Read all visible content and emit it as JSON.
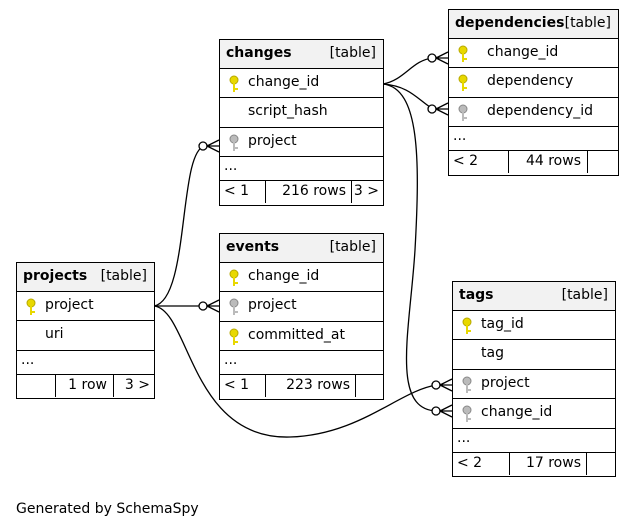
{
  "tables": {
    "changes": {
      "name": "changes",
      "kind": "[table]",
      "cols": [
        "change_id",
        "script_hash",
        "project"
      ],
      "ellipsis": "...",
      "footer": {
        "prev": "< 1",
        "rows": "216 rows",
        "next": "3 >"
      }
    },
    "dependencies": {
      "name": "dependencies",
      "kind": "[table]",
      "cols": [
        "change_id",
        "dependency",
        "dependency_id"
      ],
      "ellipsis": "...",
      "footer": {
        "prev": "< 2",
        "rows": "44 rows",
        "next": ""
      }
    },
    "events": {
      "name": "events",
      "kind": "[table]",
      "cols": [
        "change_id",
        "project",
        "committed_at"
      ],
      "ellipsis": "...",
      "footer": {
        "prev": "< 1",
        "rows": "223 rows",
        "next": ""
      }
    },
    "projects": {
      "name": "projects",
      "kind": "[table]",
      "cols": [
        "project",
        "uri"
      ],
      "ellipsis": "...",
      "footer": {
        "prev": "",
        "rows": "1 row",
        "next": "3 >"
      }
    },
    "tags": {
      "name": "tags",
      "kind": "[table]",
      "cols": [
        "tag_id",
        "tag",
        "project",
        "change_id"
      ],
      "ellipsis": "...",
      "footer": {
        "prev": "< 2",
        "rows": "17 rows",
        "next": ""
      }
    }
  },
  "key_icons": {
    "primary": "yellow-key-icon",
    "foreign": "gray-key-icon"
  },
  "colors": {
    "primary_key": "#e8d800",
    "foreign_key": "#aaaaaa",
    "header_bg": "#f2f2f2"
  },
  "credit": "Generated by SchemaSpy"
}
